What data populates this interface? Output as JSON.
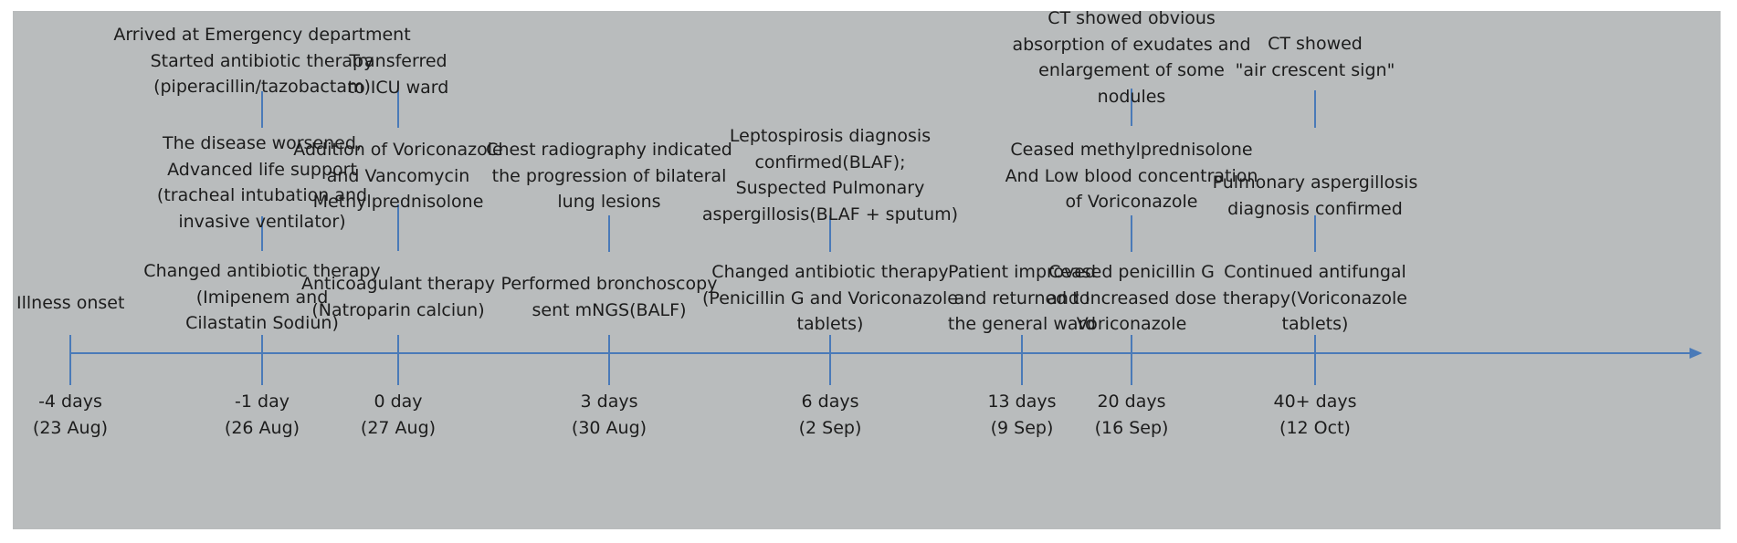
{
  "colors": {
    "axis": "#4a7ab8",
    "text": "#1c1c1c",
    "background": "#b9bcbd"
  },
  "onset": [
    "Illness  onset"
  ],
  "milestones": [
    {
      "date": [
        "-4 days",
        "(23 Aug)"
      ],
      "lower": [],
      "middle": [],
      "upper": []
    },
    {
      "date": [
        "-1 day",
        "(26 Aug)"
      ],
      "lower": [
        "Changed antibiotic therapy",
        "(Imipenem and",
        "Cilastatin Sodiun)"
      ],
      "middle": [
        "The disease worsened,",
        "Advanced life support",
        "(tracheal intubation and",
        "invasive ventilator)"
      ],
      "upper": [
        "Arrived at Emergency department",
        "Started antibiotic therapy",
        "(piperacillin/tazobactam)"
      ]
    },
    {
      "date": [
        "0 day",
        "(27 Aug)"
      ],
      "lower": [
        "Anticoagulant therapy",
        "(Natroparin calciun)"
      ],
      "middle": [
        "Addition of Voriconazole",
        "and Vancomycin",
        "Methylprednisolone"
      ],
      "upper": [
        "Transferred",
        "to ICU ward"
      ]
    },
    {
      "date": [
        "3 days",
        "(30 Aug)"
      ],
      "lower": [
        "Performed bronchoscopy",
        "sent mNGS(BALF)"
      ],
      "middle": [
        "Chest radiography indicated",
        "the progression of bilateral",
        "lung lesions"
      ],
      "upper": []
    },
    {
      "date": [
        "6 days",
        "(2 Sep)"
      ],
      "lower": [
        "Changed antibiotic therapy",
        "(Penicillin G and Voriconazole",
        "tablets)"
      ],
      "middle": [
        "Leptospirosis diagnosis",
        "confirmed(BLAF);",
        "Suspected Pulmonary",
        "aspergillosis(BLAF + sputum)"
      ],
      "upper": []
    },
    {
      "date": [
        "13 days",
        "(9 Sep)"
      ],
      "lower": [
        "Patient improved",
        "and returned to",
        "the general ward"
      ],
      "middle": [],
      "upper": []
    },
    {
      "date": [
        "20 days",
        "(16 Sep)"
      ],
      "lower": [
        "Ceased penicillin G",
        "and Increased dose",
        "Voriconazole"
      ],
      "middle": [
        "Ceased methylprednisolone",
        "And Low blood concentration",
        "of Voriconazole"
      ],
      "upper": [
        "CT showed obvious",
        "absorption of exudates and",
        "enlargement of some",
        "nodules"
      ]
    },
    {
      "date": [
        "40+ days",
        "(12 Oct)"
      ],
      "lower": [
        "Continued antifungal",
        "therapy(Voriconazole",
        "tablets)"
      ],
      "middle": [
        "Pulmonary aspergillosis",
        "diagnosis confirmed"
      ],
      "upper": [
        "CT showed",
        "\"air crescent sign\""
      ]
    }
  ]
}
